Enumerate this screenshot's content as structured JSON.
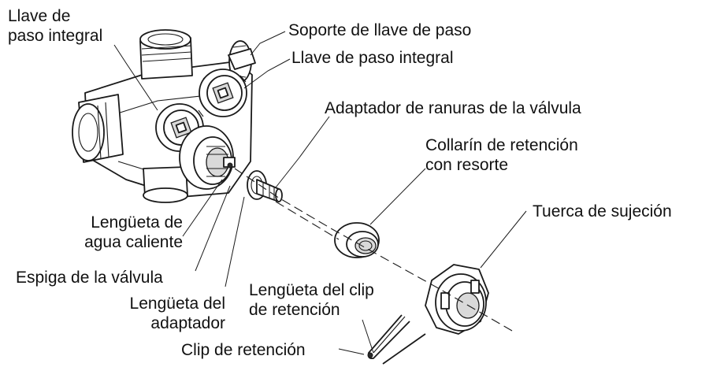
{
  "labels": {
    "llave_paso_integral_left_1": "Llave de",
    "llave_paso_integral_left_2": "paso integral",
    "soporte_llave_paso": "Soporte de llave de paso",
    "llave_paso_integral_right": "Llave de paso integral",
    "adaptador_ranuras": "Adaptador de ranuras de la válvula",
    "collarin_1": "Collarín de retención",
    "collarin_2": "con resorte",
    "tuerca_sujecion": "Tuerca de sujeción",
    "lengueta_agua_1": "Lengüeta de",
    "lengueta_agua_2": "agua caliente",
    "espiga_valvula": "Espiga de la válvula",
    "lengueta_adaptador_1": "Lengüeta del",
    "lengueta_adaptador_2": "adaptador",
    "lengueta_clip_1": "Lengüeta del clip",
    "lengueta_clip_2": "de retención",
    "clip_retencion": "Clip de retención"
  }
}
